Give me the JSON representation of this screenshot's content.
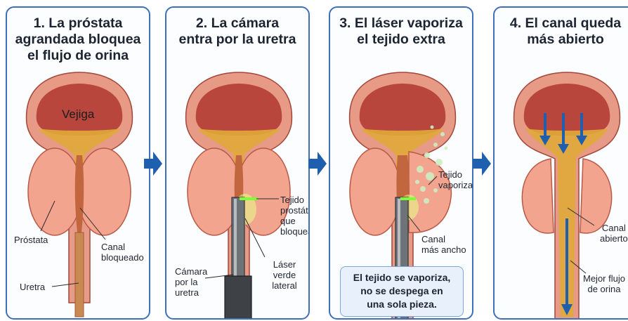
{
  "panels": [
    {
      "title_lines": [
        "1. La próstata",
        "agrandada bloquea",
        "el flujo de orina"
      ],
      "labels": {
        "bladder": "Vejiga",
        "prostate": "Próstata",
        "canal": [
          "Canal",
          "bloqueado"
        ],
        "urethra": "Uretra"
      }
    },
    {
      "title_lines": [
        "2. La cámara",
        "entra por la uretra"
      ],
      "labels": {
        "tissue": [
          "Tejido",
          "prostático",
          "que bloquea"
        ],
        "laser": [
          "Láser verde",
          "lateral"
        ],
        "camera": [
          "Cámara",
          "por la",
          "uretra"
        ]
      }
    },
    {
      "title_lines": [
        "3. El láser vaporiza",
        "el tejido extra"
      ],
      "labels": {
        "vaporized": [
          "Tejido",
          "vaporizado"
        ],
        "canal": [
          "Canal",
          "más ancho"
        ]
      },
      "note_lines": [
        "El tejido se vaporiza,",
        "no se despega en",
        "una sola pieza."
      ]
    },
    {
      "title_lines": [
        "4. El canal queda",
        "más abierto"
      ],
      "labels": {
        "canal": [
          "Canal",
          "abierto"
        ],
        "flow": [
          "Mejor flujo",
          "de orina"
        ]
      }
    }
  ],
  "colors": {
    "panel_border": "#3f6fb8",
    "arrow": "#1f5fb0",
    "bladder_wall": "#e79a86",
    "bladder_inner": "#b8463c",
    "urine": "#e0a83a",
    "prostate": "#f2a48e",
    "laser": "#7dff3a"
  },
  "icons": [
    "next-arrow-icon",
    "scope-camera-icon",
    "laser-beam-icon",
    "flow-arrow-icon"
  ]
}
